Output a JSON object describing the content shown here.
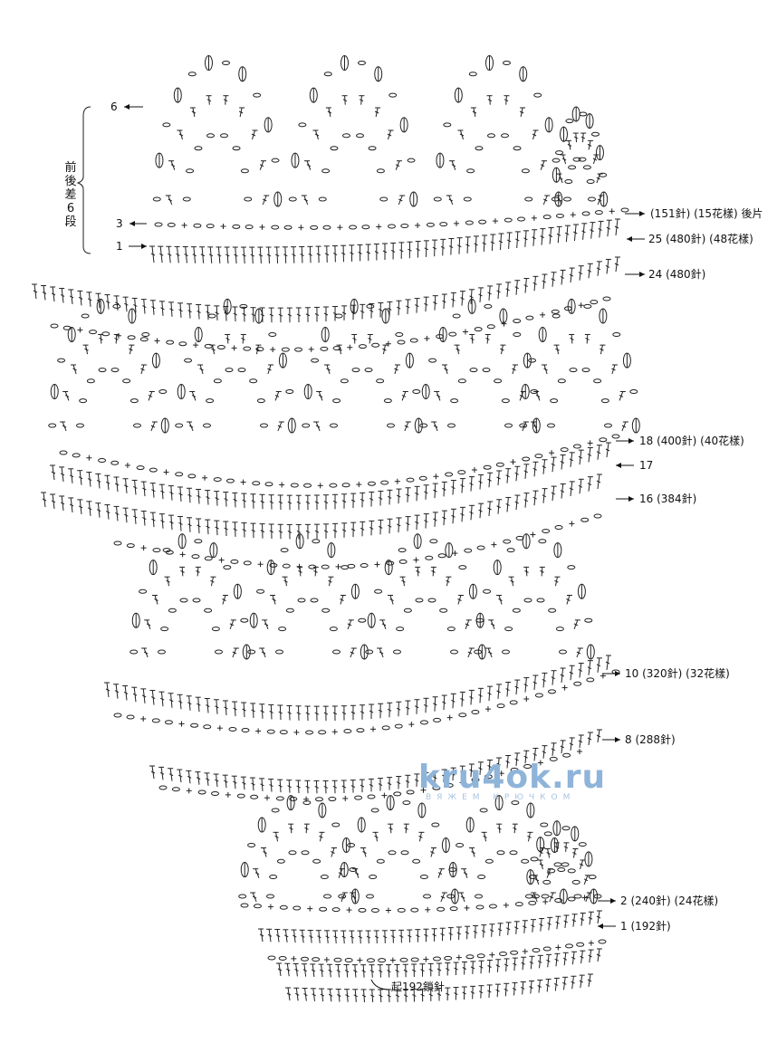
{
  "diagram": {
    "side_note": "前後差6段",
    "watermark": "kru4ok.ru",
    "watermark_sub": "ВЯЖЕМ КРЮЧКОМ",
    "start_label": "起192鎖針",
    "left_rows": [
      {
        "id": "row-6",
        "text": "6"
      },
      {
        "id": "row-3",
        "text": "3"
      },
      {
        "id": "row-1-left",
        "text": "1"
      }
    ],
    "right_rows": [
      {
        "id": "row-26",
        "text": "(151針) (15花樣) 後片"
      },
      {
        "id": "row-25",
        "text": "25 (480針) (48花樣)"
      },
      {
        "id": "row-24",
        "text": "24 (480針)"
      },
      {
        "id": "row-18",
        "text": "18 (400針) (40花樣)"
      },
      {
        "id": "row-17",
        "text": "17"
      },
      {
        "id": "row-16",
        "text": "16 (384針)"
      },
      {
        "id": "row-10",
        "text": "10 (320針) (32花樣)"
      },
      {
        "id": "row-8",
        "text": "8 (288針)"
      },
      {
        "id": "row-2",
        "text": "2 (240針) (24花樣)"
      },
      {
        "id": "row-1",
        "text": "1 (192針)"
      }
    ]
  }
}
